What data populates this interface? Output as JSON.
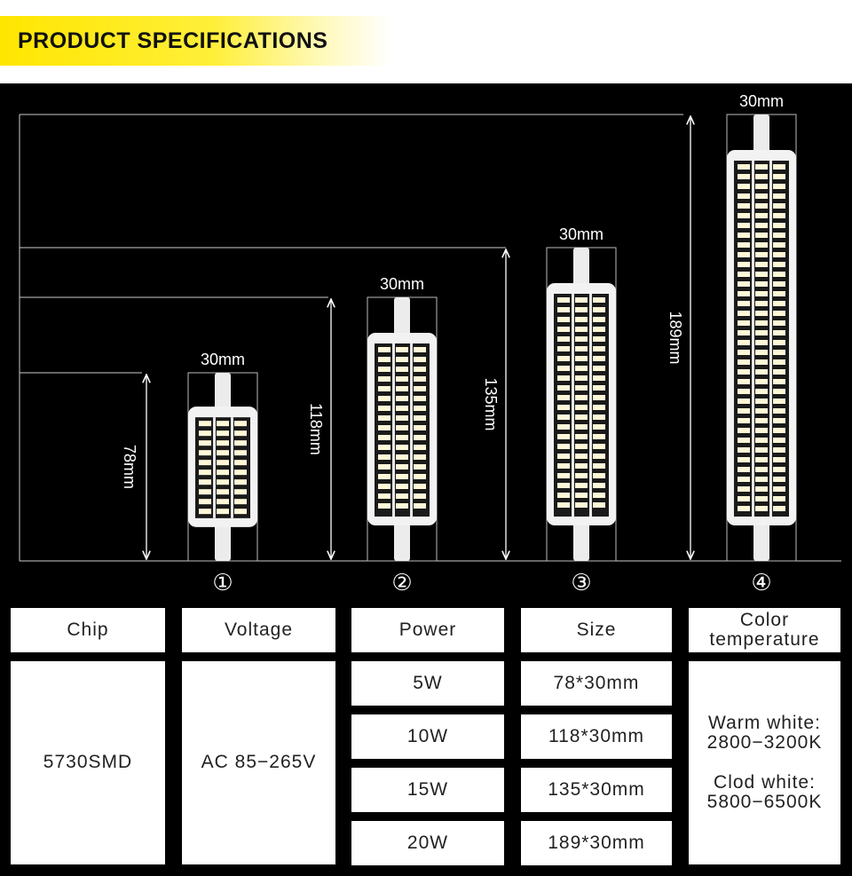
{
  "header": {
    "title": "PRODUCT SPECIFICATIONS"
  },
  "bulbs": [
    {
      "index": "①",
      "height": "78mm",
      "width": "30mm"
    },
    {
      "index": "②",
      "height": "118mm",
      "width": "30mm"
    },
    {
      "index": "③",
      "height": "135mm",
      "width": "30mm"
    },
    {
      "index": "④",
      "height": "189mm",
      "width": "30mm"
    }
  ],
  "table": {
    "headers": {
      "chip": "Chip",
      "voltage": "Voltage",
      "power": "Power",
      "size": "Size",
      "color_line1": "Color",
      "color_line2": "temperature"
    },
    "chip": "5730SMD",
    "voltage": "AC 85−265V",
    "rows": [
      {
        "power": "5W",
        "size": "78*30mm"
      },
      {
        "power": "10W",
        "size": "118*30mm"
      },
      {
        "power": "15W",
        "size": "135*30mm"
      },
      {
        "power": "20W",
        "size": "189*30mm"
      }
    ],
    "color_temp": {
      "warm_label": "Warm white:",
      "warm_range": "2800−3200K",
      "cool_label": "Clod white:",
      "cool_range": "5800−6500K"
    }
  },
  "colors": {
    "accent": "#ffe600",
    "background": "#000000",
    "cell": "#ffffff"
  }
}
